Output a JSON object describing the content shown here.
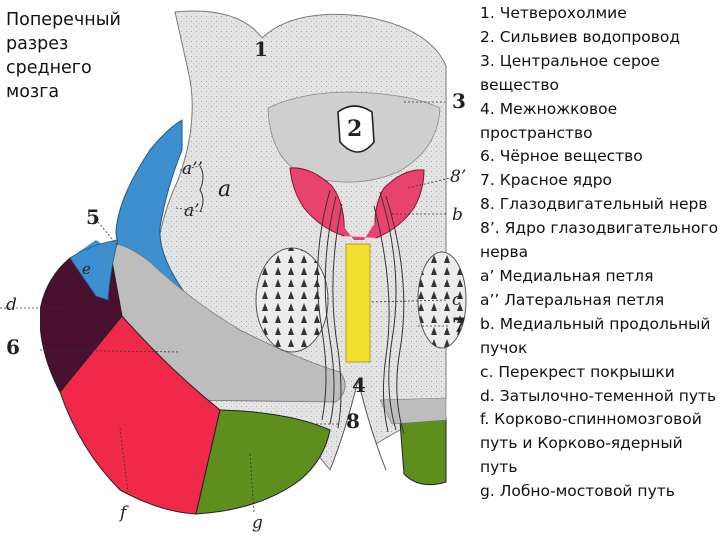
{
  "title": "Поперечный\nразрез\nсреднего\nмозга",
  "legend": [
    "1. Четверохолмие",
    "2. Сильвиев водопровод",
    "3. Центральное серое вещество",
    "4. Межножковое пространство",
    "6. Чёрное вещество",
    "7. Красное ядро",
    "8. Глазодвигательный нерв",
    "8’. Ядро глазодвигательного нерва",
    "a’ Медиальная петля",
    "a’’ Латеральная петля",
    "b. Медиальный продольный пучок",
    "c. Перекрест покрышки",
    "d. Затылочно-теменной путь",
    "f. Корково-спинномозговой путь и Корково-ядерный путь",
    "g. Лобно-мостовой путь"
  ],
  "figure_labels": {
    "n1": "1",
    "n2": "2",
    "n3": "3",
    "n4": "4",
    "n5": "5",
    "n6": "6",
    "n7": "7",
    "n8": "8",
    "n8p": "8’",
    "a2": "a’’",
    "a": "a",
    "a1": "a’",
    "b": "b",
    "c": "c",
    "d": "d",
    "e": "e",
    "f": "f",
    "g": "g"
  },
  "colors": {
    "tegmentum": "#e4e4e4",
    "gray_matter": "#cfcfcf",
    "lemniscus": "#3d8fcf",
    "nucleus_oculomotor": "#e8436f",
    "raphe": "#f0e030",
    "tract_d": "#4a1030",
    "tract_f": "#f0284a",
    "tract_g": "#5e8f1e",
    "black_substance": "#bdbdbd"
  }
}
